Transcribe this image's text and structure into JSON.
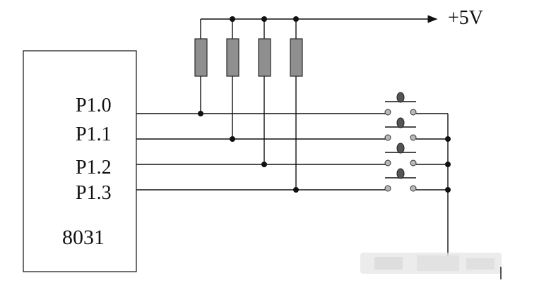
{
  "diagram": {
    "supply_label": "+5V",
    "chip_label": "8031",
    "port_pins": [
      {
        "label": "P1.0"
      },
      {
        "label": "P1.1"
      },
      {
        "label": "P1.2"
      },
      {
        "label": "P1.3"
      }
    ],
    "pull_up_resistor_count": 4,
    "push_button_count": 4,
    "colors": {
      "line": "#111111",
      "resistor_fill": "#8f8f8f",
      "button_contact": "#b8b8b8",
      "button_plunger": "#555555"
    }
  }
}
